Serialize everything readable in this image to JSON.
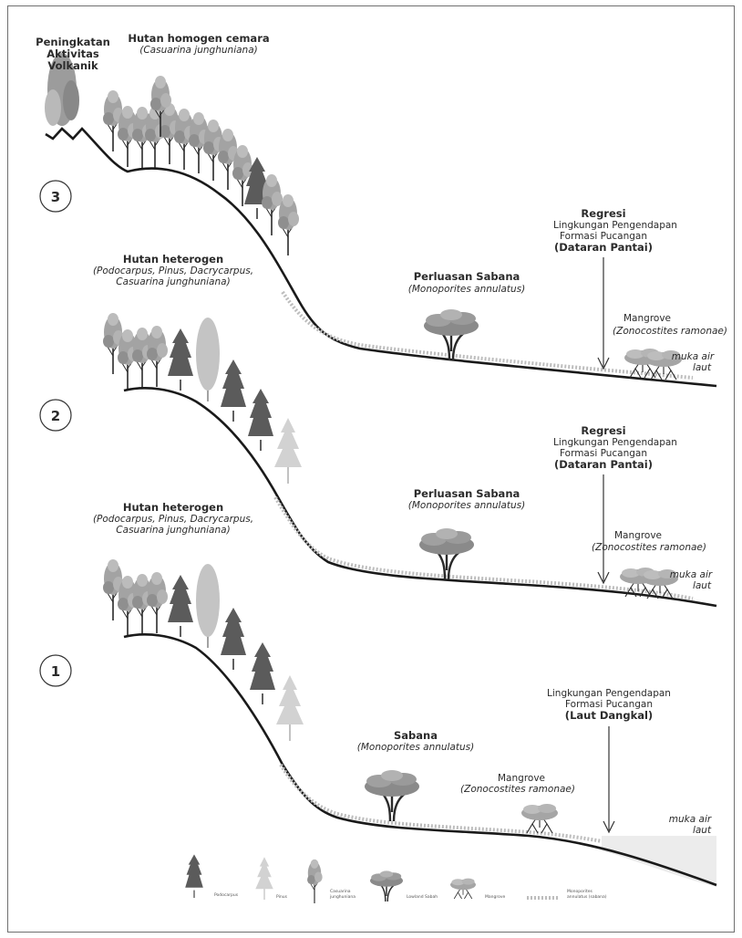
{
  "panel_3": {
    "number": "3",
    "volcanic": [
      "Peningkatan",
      "Aktivitas",
      "Volkanik"
    ],
    "forest_title": "Hutan homogen cemara",
    "forest_species": "(Casuarina junghuniana)",
    "savanna_title": "Perluasan Sabana",
    "savanna_species": "(Monoporites annulatus)",
    "regression_title": "Regresi",
    "environment_line1": "Lingkungan Pengendapan",
    "environment_line2": "Formasi Pucangan",
    "environment_bold": "Dataran Pantai",
    "mangrove_title": "Mangrove",
    "mangrove_species": "(Zonocostites ramonae)",
    "sea_level_1": "muka air",
    "sea_level_2": "laut"
  },
  "panel_2": {
    "number": "2",
    "forest_title": "Hutan heterogen",
    "forest_species_1": "(Podocarpus, Pinus, Dacrycarpus,",
    "forest_species_2": "Casuarina junghuniana)",
    "savanna_title": "Perluasan Sabana",
    "savanna_species": "(Monoporites annulatus)",
    "regression_title": "Regresi",
    "environment_line1": "Lingkungan Pengendapan",
    "environment_line2": "Formasi Pucangan",
    "environment_bold": "Dataran Pantai",
    "mangrove_title": "Mangrove",
    "mangrove_species": "(Zonocostites ramonae)",
    "sea_level_1": "muka air",
    "sea_level_2": "laut"
  },
  "panel_1": {
    "number": "1",
    "forest_title": "Hutan heterogen",
    "forest_species_1": "(Podocarpus, Pinus, Dacrycarpus,",
    "forest_species_2": "Casuarina junghuniana)",
    "savanna_title": "Sabana",
    "savanna_species": "(Monoporites annulatus)",
    "environment_line1": "Lingkungan Pengendapan",
    "environment_line2": "Formasi Pucangan",
    "environment_bold": "Laut Dangkal",
    "mangrove_title": "Mangrove",
    "mangrove_species": "(Zonocostites ramonae)",
    "sea_level_1": "muka air",
    "sea_level_2": "laut"
  },
  "legend": {
    "podocarpus": "Podocarpus",
    "pinus": "Pinus",
    "casuarina_1": "Casuarina",
    "casuarina_2": "junghuniana",
    "savanna": "Lowland Sabah",
    "mangrove": "Mangrove",
    "grass_1": "Monoporites",
    "grass_2": "annulatus (sabana)"
  },
  "colors": {
    "ground_line": "#1a1a1a",
    "podocarpus": "#5c5c5c",
    "pinus": "#c9c9c9",
    "casuarina": "#9a9a9a",
    "savanna_tree": "#7d7d7d",
    "grass": "#bdbdbd",
    "sea": "#ececec"
  }
}
